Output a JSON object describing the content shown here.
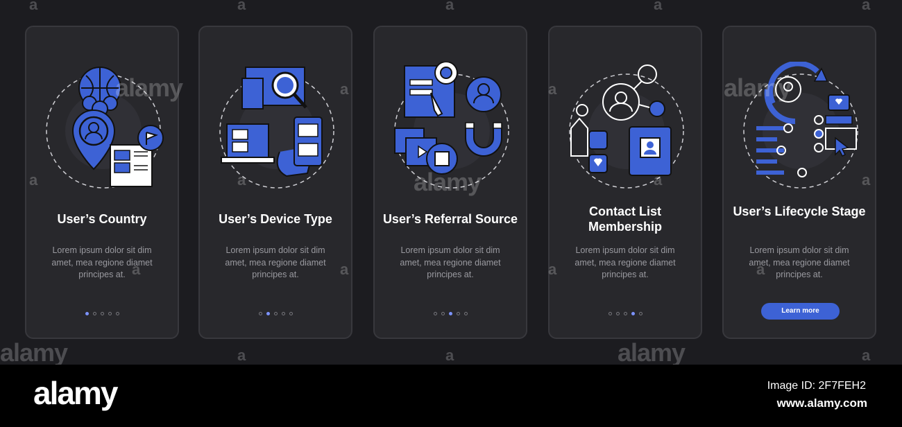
{
  "colors": {
    "background": "#1c1c20",
    "card": "#28282c",
    "accent": "#3d62d5",
    "dot_active": "#7c93ff",
    "text_muted": "#9a9aa0"
  },
  "screens": [
    {
      "title": "User’s Country",
      "body": "Lorem ipsum dolor sit dim amet, mea regione diamet principes at.",
      "icon": "globe-location-flag-icon",
      "page": 1
    },
    {
      "title": "User’s Device Type",
      "body": "Lorem ipsum dolor sit dim amet, mea regione diamet principes at.",
      "icon": "devices-magnifier-icon",
      "page": 2
    },
    {
      "title": "User’s Referral Source",
      "body": "Lorem ipsum dolor sit dim amet, mea regione diamet principes at.",
      "icon": "referral-magnet-icon",
      "page": 3
    },
    {
      "title": "Contact List Membership",
      "body": "Lorem ipsum dolor sit dim amet, mea regione diamet principes at.",
      "icon": "contact-book-network-icon",
      "page": 4
    },
    {
      "title": "User’s Lifecycle Stage",
      "body": "Lorem ipsum dolor sit dim amet, mea regione diamet principes at.",
      "icon": "lifecycle-cycle-icon",
      "page": 5,
      "button": "Learn more"
    }
  ],
  "watermark": {
    "small": "a",
    "large": "alamy"
  },
  "footer": {
    "logo": "alamy",
    "image_id": "Image ID: 2F7FEH2",
    "site": "www.alamy.com"
  }
}
